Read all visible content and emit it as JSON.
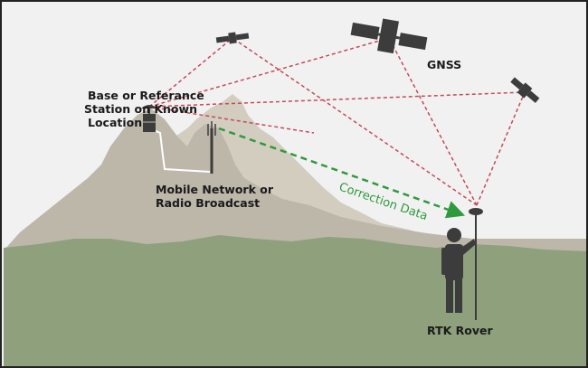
{
  "labels": {
    "base_line1": "Base or Referance",
    "base_line2": "Station on Known",
    "base_line3": "Location",
    "gnss": "GNSS",
    "network_line1": "Mobile Network or",
    "network_line2": "Radio Broadcast",
    "correction": "Correction Data",
    "rover": "RTK Rover"
  },
  "colors": {
    "sky": "#f1f1f1",
    "ground": "#8fa07c",
    "ground_dark": "#7f9270",
    "mountain_back": "#d3cdbf",
    "mountain_front": "#bdb7aa",
    "satellite_link": "#c44a5c",
    "correction_link": "#2e9a3e",
    "device": "#3c3c3c"
  },
  "icons": [
    "satellite-icon",
    "base-station-icon",
    "radio-tower-icon",
    "rover-person-icon"
  ]
}
